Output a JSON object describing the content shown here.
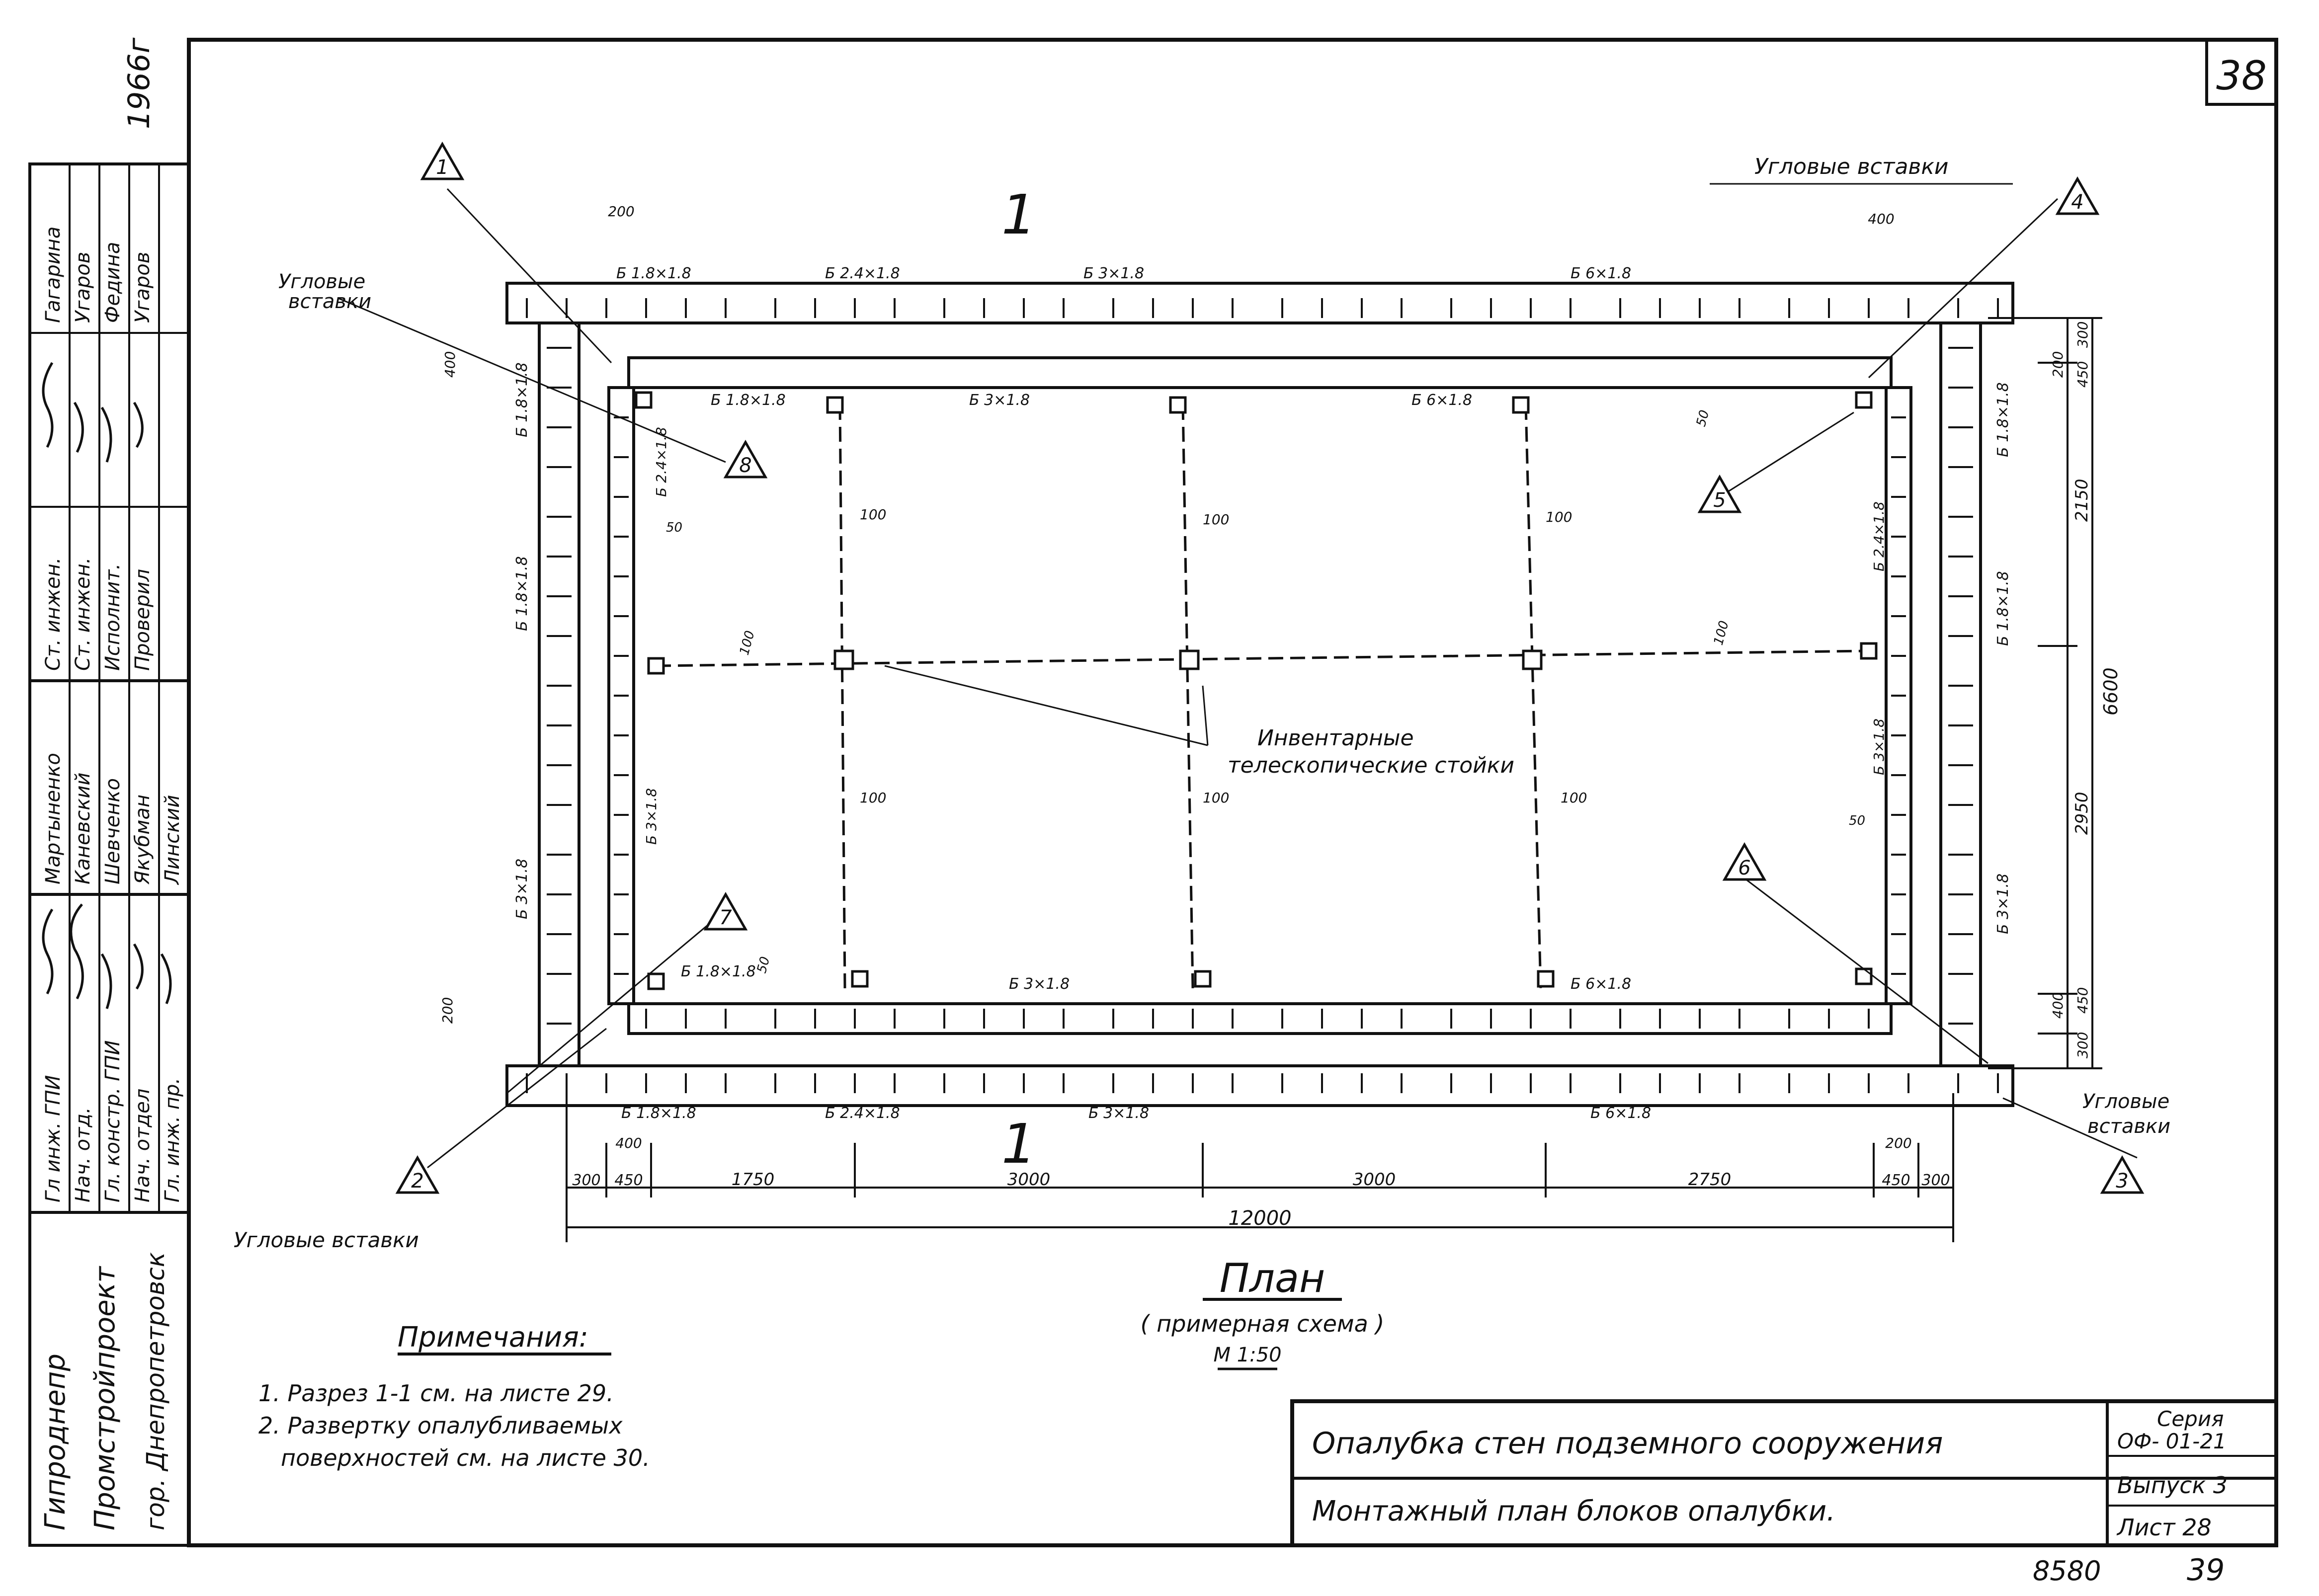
{
  "sheet": {
    "sheet_number": "38",
    "year": "1966г",
    "footer_left": "8580",
    "footer_right": "39"
  },
  "side_stamp": {
    "roles": [
      "Гл инж. ГПИ",
      "Нач. отд.",
      "Гл. констр. ГПИ",
      "Нач. отдел",
      "Гл. инж. пр."
    ],
    "names": [
      "Мартыненко",
      "Каневский",
      "Шевченко",
      "Якубман",
      "Линский"
    ],
    "roles2": [
      "Ст. инжен.",
      "Ст. инжен.",
      "Исполнит.",
      "Проверил"
    ],
    "names2": [
      "Гагарина",
      "Угаров",
      "Федина",
      "Угаров"
    ],
    "org": [
      "Гипроднепр",
      "Промстройпроект",
      "гор. Днепропетровск"
    ]
  },
  "drawing": {
    "section_mark": "1",
    "blocks_top_outer": [
      "Б 1.8×1.8",
      "Б 2.4×1.8",
      "Б 3×1.8",
      "Б 6×1.8"
    ],
    "blocks_top_inner": [
      "Б 1.8×1.8",
      "Б 3×1.8",
      "Б 6×1.8"
    ],
    "blocks_bottom_outer": [
      "Б 1.8×1.8",
      "Б 2.4×1.8",
      "Б 3×1.8",
      "Б 6×1.8"
    ],
    "blocks_bottom_inner": [
      "Б 1.8×1.8",
      "Б 3×1.8",
      "Б 6×1.8"
    ],
    "blocks_left_outer": [
      "Б 1.8×1.8",
      "Б 1.8×1.8",
      "Б 3×1.8"
    ],
    "blocks_left_inner": [
      "Б 2.4×1.8",
      "Б 3×1.8"
    ],
    "blocks_right_outer": [
      "Б 1.8×1.8",
      "Б 1.8×1.8",
      "Б 3×1.8"
    ],
    "blocks_right_inner": [
      "Б 2.4×1.8",
      "Б 3×1.8"
    ],
    "markers": [
      "1",
      "2",
      "3",
      "4",
      "5",
      "6",
      "7",
      "8"
    ],
    "corner_inserts": "Угловые вставки",
    "corner_inserts_l1": "Угловые",
    "corner_inserts_l2": "вставки",
    "props_label_l1": "Инвентарные",
    "props_label_l2": "телескопические стойки",
    "dims_bottom": [
      "300",
      "450",
      "1750",
      "3000",
      "3000",
      "2750",
      "450",
      "300"
    ],
    "dim_total": "12000",
    "dim_400_l": "400",
    "dim_400_r": "400",
    "dim_200_top": "200",
    "dim_200_bot": "200",
    "dim_200_lt": "200",
    "dim_400_lt": "400",
    "dims_right": [
      "300",
      "450",
      "2150",
      "2950",
      "450",
      "300"
    ],
    "dims_right_inner": [
      "200",
      "400"
    ],
    "dim_total_right": "6600",
    "small_dims": [
      "100",
      "100",
      "100",
      "100",
      "100",
      "100",
      "100",
      "100",
      "50",
      "50",
      "50",
      "50"
    ]
  },
  "plan_title": {
    "title": "План",
    "subtitle": "( примерная схема )",
    "scale": "М 1:50"
  },
  "notes": {
    "heading": "Примечания:",
    "item1": "1. Разрез 1-1 см. на листе 29.",
    "item2a": "2. Развертку опалубливаемых",
    "item2b": "поверхностей см. на листе 30."
  },
  "title_block": {
    "name": "Опалубка стен подземного сооружения",
    "subname": "Монтажный план блоков опалубки.",
    "series_label": "Серия",
    "series": "ОФ- 01-21",
    "issue": "Выпуск 3",
    "sheet": "Лист 28"
  }
}
